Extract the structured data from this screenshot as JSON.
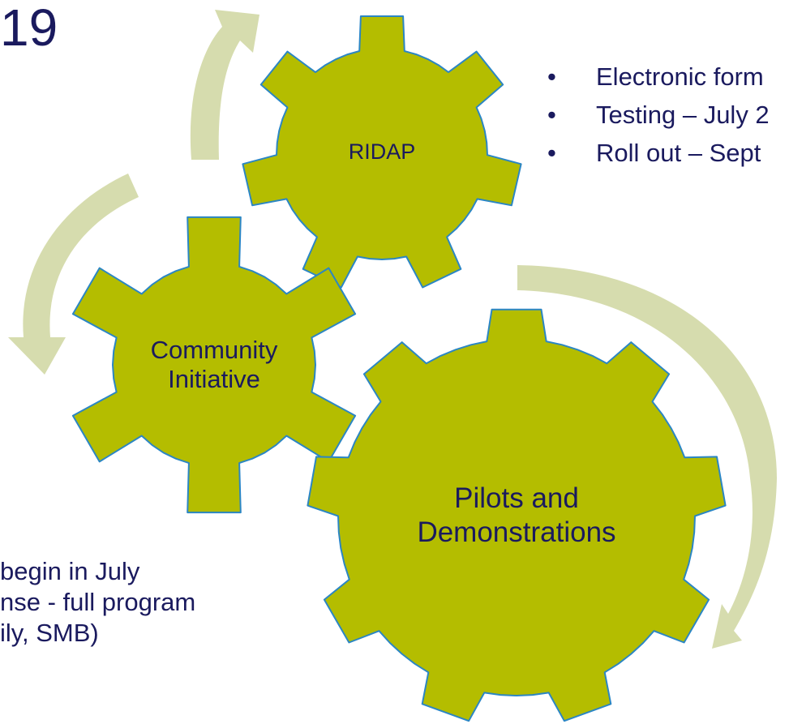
{
  "title_fragment": "19",
  "gears": {
    "ridap": {
      "label": "RIDAP"
    },
    "community": {
      "line1": "Community",
      "line2": "Initiative"
    },
    "pilots": {
      "line1": "Pilots and",
      "line2": "Demonstrations"
    }
  },
  "bullets": [
    {
      "marker": "•",
      "text": "Electronic form"
    },
    {
      "marker": "•",
      "text": "Testing – July 2"
    },
    {
      "marker": "•",
      "text": "Roll out – Sept"
    }
  ],
  "left_text": {
    "line1": "begin in July",
    "line2": "nse - full program",
    "line3": "ily, SMB)"
  },
  "colors": {
    "gear_fill": "#b4bd00",
    "gear_stroke": "#2b86c4",
    "arrow_fill": "#d6dcae",
    "text": "#1a1a5e"
  }
}
